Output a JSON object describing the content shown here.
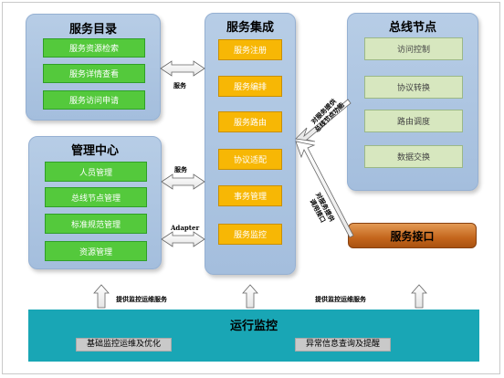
{
  "directory": {
    "title": "服务目录",
    "items": [
      "服务资源检索",
      "服务详情查看",
      "服务访问申请"
    ]
  },
  "integration": {
    "title": "服务集成",
    "items": [
      "服务注册",
      "服务编排",
      "服务路由",
      "协议适配",
      "事务管理",
      "服务监控"
    ]
  },
  "bus_node": {
    "title": "总线节点",
    "items": [
      "访问控制",
      "协议转换",
      "路由调度",
      "数据交换"
    ]
  },
  "management": {
    "title": "管理中心",
    "items": [
      "人员管理",
      "总线节点管理",
      "标准规范管理",
      "资源管理"
    ]
  },
  "service_interface": {
    "title": "服务接口"
  },
  "monitor": {
    "title": "运行监控",
    "items": [
      "基础监控运维及优化",
      "异常信息查询及提醒"
    ]
  },
  "labels": {
    "service_1": "服务",
    "service_2": "服务",
    "adapter": "Adapter",
    "ops_left": "提供监控运维服务",
    "ops_right": "提供监控运维服务",
    "node_function": "对服务提供\n总线节点功能",
    "call_interface": "对服务提供\n调用接口"
  },
  "colors": {
    "panel": "#a9c2df",
    "green_box": "#54c93c",
    "orange_box": "#f7b705",
    "light_green_box": "#d7e7bf",
    "interface": "#c4661c",
    "monitor_bar": "#19a6b5"
  }
}
